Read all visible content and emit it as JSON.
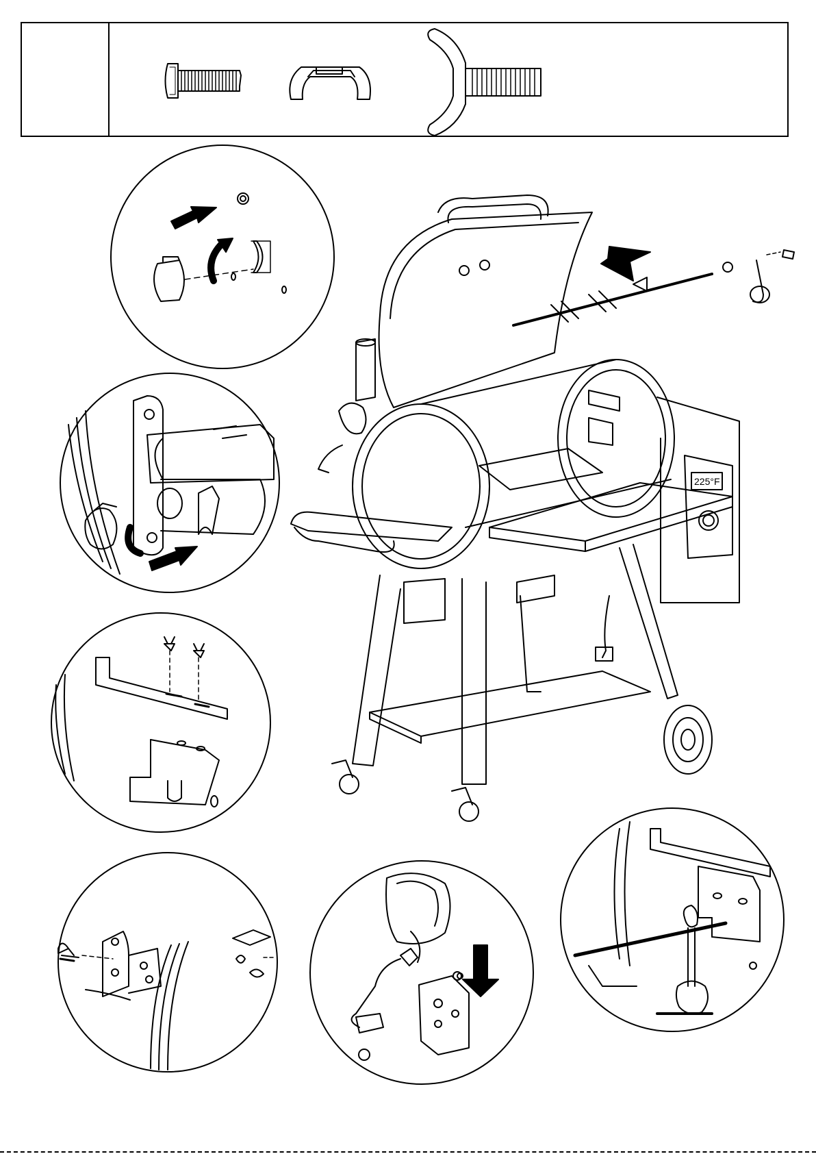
{
  "parts_table": {
    "label": "",
    "items": [
      {
        "icon": "bolt-icon",
        "label": ""
      },
      {
        "icon": "bracket-clip-icon",
        "label": ""
      },
      {
        "icon": "wing-bolt-icon",
        "label": ""
      }
    ]
  },
  "step_details": [
    {
      "id": "detail-lid-knob",
      "icon": "lid-knob-detail-icon"
    },
    {
      "id": "detail-handle-bracket",
      "icon": "handle-bracket-detail-icon"
    },
    {
      "id": "detail-spit-bracket",
      "icon": "spit-bracket-detail-icon"
    },
    {
      "id": "detail-motor-mount",
      "icon": "motor-mount-detail-icon"
    },
    {
      "id": "detail-motor-plug",
      "icon": "motor-plug-detail-icon"
    },
    {
      "id": "detail-spit-installed",
      "icon": "spit-installed-detail-icon"
    }
  ],
  "main_illustration": {
    "icon": "pellet-grill-rotisserie-icon",
    "controller_display": "225°F"
  },
  "page": {
    "number": ""
  }
}
